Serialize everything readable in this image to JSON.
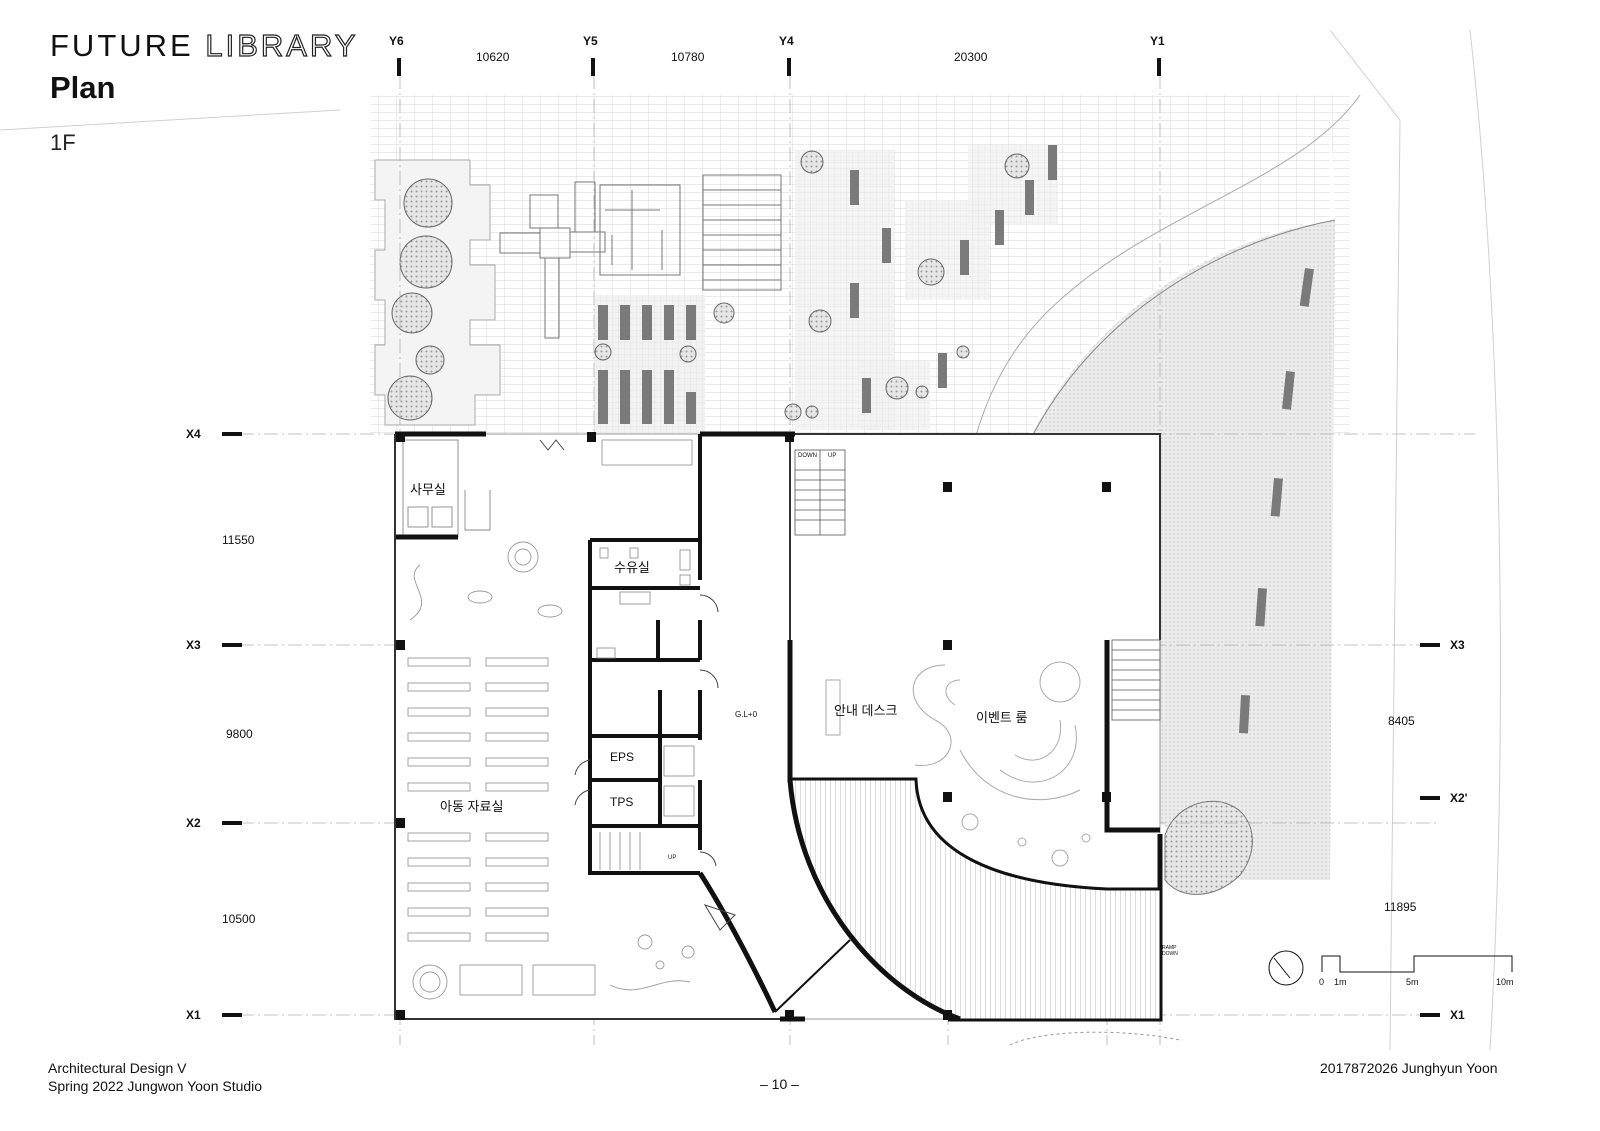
{
  "header": {
    "title_a": "FUTURE",
    "title_b": "LIBRARY",
    "subtitle": "Plan",
    "floor": "1F"
  },
  "grid": {
    "columns": [
      "Y6",
      "Y5",
      "Y4",
      "Y1"
    ],
    "column_spans": [
      "10620",
      "10780",
      "20300"
    ],
    "rows_left": [
      "X4",
      "X3",
      "X2",
      "X1"
    ],
    "row_spans_left": [
      "11550",
      "9800",
      "10500"
    ],
    "rows_right": [
      "X3",
      "X2'",
      "X1"
    ],
    "row_spans_right": [
      "8405",
      "11895"
    ]
  },
  "rooms": {
    "office": "사무실",
    "nursing": "수유실",
    "children_library": "아동 자료실",
    "eps": "EPS",
    "tps": "TPS",
    "info_desk": "안내 데스크",
    "event_room": "이벤트 룸",
    "level": "G.L+0"
  },
  "stair_labels": {
    "down": "DOWN",
    "up": "UP",
    "ramp": "RAMP DOWN"
  },
  "scale_bar": {
    "labels": [
      "0",
      "1m",
      "5m",
      "10m"
    ]
  },
  "footer": {
    "course": "Architectural Design V",
    "studio": "Spring 2022 Jungwon Yoon Studio",
    "page": "– 10 –",
    "author": "2017872026 Junghyun Yoon"
  }
}
